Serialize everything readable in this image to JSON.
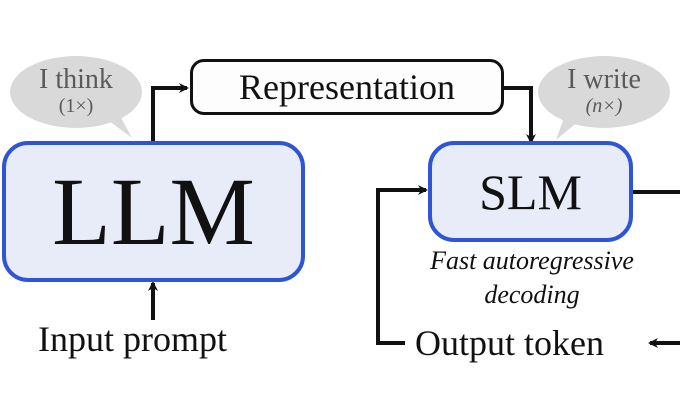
{
  "diagram": {
    "llm": {
      "label": "LLM",
      "thought": "I think",
      "multiplier": "(1×)"
    },
    "slm": {
      "label": "SLM",
      "thought": "I write",
      "multiplier": "(n×)",
      "caption_line1": "Fast autoregressive",
      "caption_line2": "decoding"
    },
    "representation": {
      "label": "Representation"
    },
    "input": {
      "label": "Input prompt"
    },
    "output": {
      "label": "Output token"
    },
    "colors": {
      "model_border": "#2f55d4",
      "model_fill": "#e8ecf8",
      "bubble_fill": "#d9d9d9",
      "arrow": "#111111"
    }
  }
}
